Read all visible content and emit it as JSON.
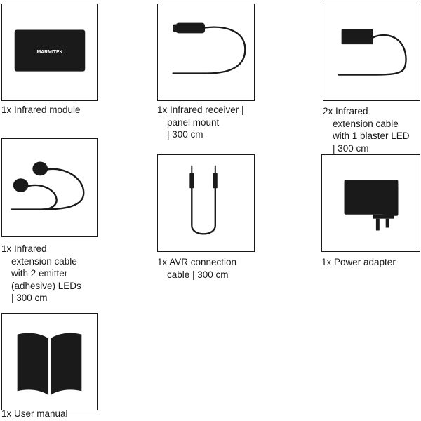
{
  "items": [
    {
      "id": "infrared-module",
      "brand": "MARMITEK",
      "lines": [
        "1x Infrared module"
      ]
    },
    {
      "id": "infrared-receiver",
      "lines": [
        "1x Infrared receiver |",
        "panel mount",
        "| 300 cm"
      ]
    },
    {
      "id": "extension-cable-blaster",
      "lines": [
        "2x Infrared",
        "extension cable",
        "with 1 blaster LED",
        "| 300 cm"
      ]
    },
    {
      "id": "extension-cable-emitters",
      "lines": [
        "1x Infrared",
        "extension cable",
        "with 2 emitter",
        "(adhesive) LEDs",
        "| 300 cm"
      ]
    },
    {
      "id": "avr-cable",
      "lines": [
        "1x AVR connection",
        "cable | 300 cm"
      ]
    },
    {
      "id": "power-adapter",
      "lines": [
        "1x Power adapter"
      ]
    },
    {
      "id": "user-manual",
      "lines": [
        "1x User manual"
      ]
    }
  ],
  "colors": {
    "ink": "#1a1a1a",
    "background": "#ffffff"
  }
}
